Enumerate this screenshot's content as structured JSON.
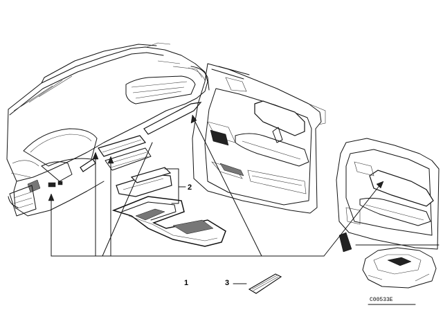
{
  "callouts": {
    "one": "1",
    "two": "2",
    "three": "3"
  },
  "code": "C00533E"
}
